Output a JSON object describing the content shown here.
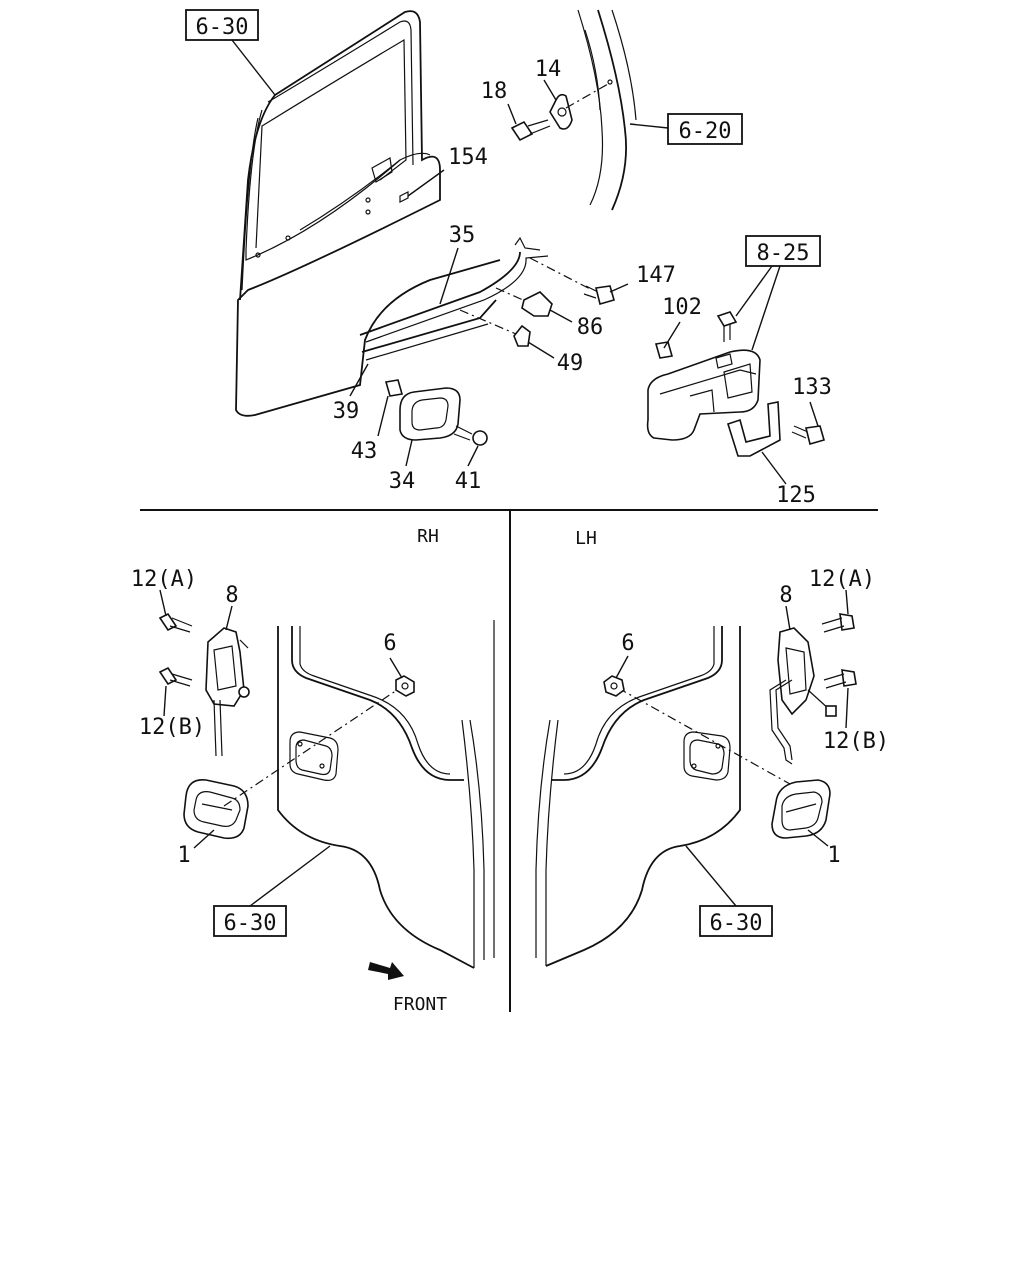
{
  "refs": {
    "top_door": "6-30",
    "pillar": "6-20",
    "armrest": "8-25",
    "rh_door": "6-30",
    "lh_door": "6-30"
  },
  "parts": {
    "p14": "14",
    "p18": "18",
    "p154": "154",
    "p35": "35",
    "p147": "147",
    "p86": "86",
    "p49": "49",
    "p102": "102",
    "p133": "133",
    "p39": "39",
    "p43": "43",
    "p34": "34",
    "p41": "41",
    "p125": "125"
  },
  "rh": {
    "title": "RH",
    "p12a": "12(A)",
    "p8": "8",
    "p12b": "12(B)",
    "p6": "6",
    "p1": "1",
    "front": "FRONT"
  },
  "lh": {
    "title": "LH",
    "p6": "6",
    "p8": "8",
    "p12a": "12(A)",
    "p12b": "12(B)",
    "p1": "1"
  }
}
